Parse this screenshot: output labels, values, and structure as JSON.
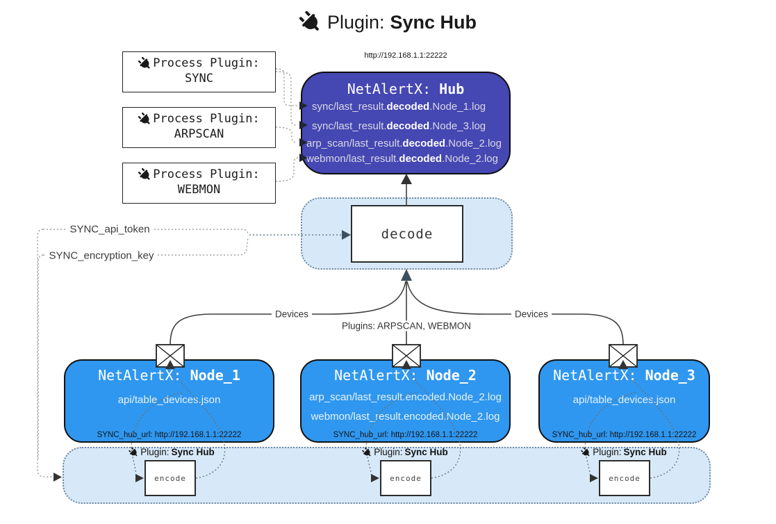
{
  "title": {
    "prefix": "Plugin: ",
    "bold": "Sync Hub"
  },
  "process_plugins": [
    {
      "label": "Process Plugin:",
      "name": "SYNC"
    },
    {
      "label": "Process Plugin:",
      "name": "ARPSCAN"
    },
    {
      "label": "Process Plugin:",
      "name": "WEBMON"
    }
  ],
  "hub": {
    "url": "http://192.168.1.1:22222",
    "title_prefix": "NetAlertX: ",
    "title_bold": "Hub",
    "log_lines": [
      {
        "pre": "sync/last_result.",
        "bold": "decoded",
        "post": ".Node_1.log"
      },
      {
        "pre": "sync/last_result.",
        "bold": "decoded",
        "post": ".Node_3.log"
      },
      {
        "pre": "arp_scan/last_result.",
        "bold": "decoded",
        "post": ".Node_2.log"
      },
      {
        "pre": "webmon/last_result.",
        "bold": "decoded",
        "post": ".Node_2.log"
      }
    ]
  },
  "decode_box": {
    "label": "decode"
  },
  "keys": {
    "api_token": "SYNC_api_token",
    "encryption_key": "SYNC_encryption_key"
  },
  "edge_labels": {
    "devices_left": "Devices",
    "plugins_center": "Plugins: ARPSCAN, WEBMON",
    "devices_right": "Devices"
  },
  "nodes": [
    {
      "title_prefix": "NetAlertX: ",
      "title_bold": "Node_1",
      "lines": [
        "api/table_devices.json"
      ],
      "hub_url": "SYNC_hub_url: http://192.168.1.1:22222"
    },
    {
      "title_prefix": "NetAlertX: ",
      "title_bold": "Node_2",
      "lines": [
        "arp_scan/last_result.encoded.Node_2.log",
        "webmon/last_result.encoded.Node_2.log"
      ],
      "hub_url": "SYNC_hub_url: http://192.168.1.1:22222"
    },
    {
      "title_prefix": "NetAlertX: ",
      "title_bold": "Node_3",
      "lines": [
        "api/table_devices.json"
      ],
      "hub_url": "SYNC_hub_url: http://192.168.1.1:22222"
    }
  ],
  "encoders": [
    {
      "label_prefix": "Plugin: ",
      "label_bold": "Sync Hub",
      "box_label": "encode"
    },
    {
      "label_prefix": "Plugin: ",
      "label_bold": "Sync Hub",
      "box_label": "encode"
    },
    {
      "label_prefix": "Plugin: ",
      "label_bold": "Sync Hub",
      "box_label": "encode"
    }
  ],
  "colors": {
    "hub_bg": "#4547b2",
    "node_bg": "#2f97ef",
    "panel_bg": "#d7e9f8",
    "panel_border": "#7189a0",
    "wire": "#3f3f3f",
    "wire_dotted": "#8f8f8f",
    "arrow_dark": "#333333",
    "arrow_slate": "#3d4f5c"
  }
}
